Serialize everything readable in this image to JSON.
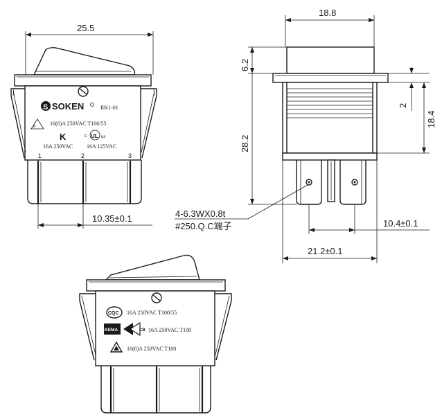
{
  "front_view": {
    "dim_width": "25.5",
    "dim_pin_pitch": "10.35±0.1",
    "brand": "SOKEN",
    "model": "RK1-01",
    "rating_main": "16(6)A 250VAC T100/55",
    "rating_left": "16A 250VAC",
    "rating_right": "16A 125VAC",
    "pins": [
      "1",
      "2",
      "3"
    ]
  },
  "side_view": {
    "dim_width": "18.8",
    "dim_cap": "6.2",
    "dim_flange": "2",
    "dim_height": "18.4",
    "dim_body": "28.2",
    "dim_terminal_pitch": "10.4±0.1",
    "dim_total": "21.2±0.1",
    "terminal_note_1": "4-6.3WX0.8t",
    "terminal_note_2": "#250.Q.C端子"
  },
  "back_view": {
    "rating_1": "16A 250VAC T100/55",
    "rating_2": "16A 250VAC T100",
    "rating_3": "16(6)A 250VAC T100",
    "cert_1": "CQC",
    "cert_2": "KEMA",
    "cert_3": "CB"
  }
}
